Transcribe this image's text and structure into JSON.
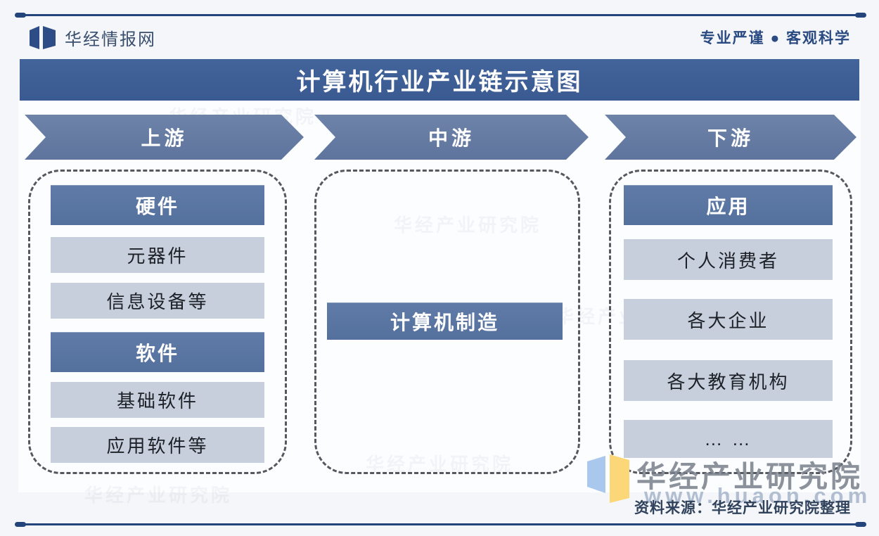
{
  "header": {
    "brand": "华经情报网",
    "slogan": "专业严谨 ● 客观科学"
  },
  "title": "计算机行业产业链示意图",
  "stages": [
    {
      "label": "上游"
    },
    {
      "label": "中游"
    },
    {
      "label": "下游"
    }
  ],
  "chain": {
    "upstream": {
      "items": [
        {
          "label": "硬件",
          "emphasis": "dark"
        },
        {
          "label": "元器件",
          "emphasis": "light"
        },
        {
          "label": "信息设备等",
          "emphasis": "light"
        },
        {
          "label": "软件",
          "emphasis": "dark"
        },
        {
          "label": "基础软件",
          "emphasis": "light"
        },
        {
          "label": "应用软件等",
          "emphasis": "light"
        }
      ]
    },
    "midstream": {
      "items": [
        {
          "label": "计算机制造",
          "emphasis": "dark"
        }
      ]
    },
    "downstream": {
      "items": [
        {
          "label": "应用",
          "emphasis": "dark"
        },
        {
          "label": "个人消费者",
          "emphasis": "light"
        },
        {
          "label": "各大企业",
          "emphasis": "light"
        },
        {
          "label": "各大教育机构",
          "emphasis": "light"
        },
        {
          "label": "… …",
          "emphasis": "light"
        }
      ]
    }
  },
  "footer": {
    "watermark_name": "华经产业研究院",
    "watermark_site": "www.huaon.com",
    "watermark_tile": "华经产业研究院",
    "source": "资料来源：华经产业研究院整理"
  },
  "colors": {
    "title_bar": "#3d5e95",
    "stage_arrow": "#64799f",
    "dark_bar": "#5872a2",
    "light_bar": "#c7cfdd",
    "rule": "#24457b",
    "logo_blue": "#aac7ed",
    "logo_yellow": "#fbd777"
  }
}
